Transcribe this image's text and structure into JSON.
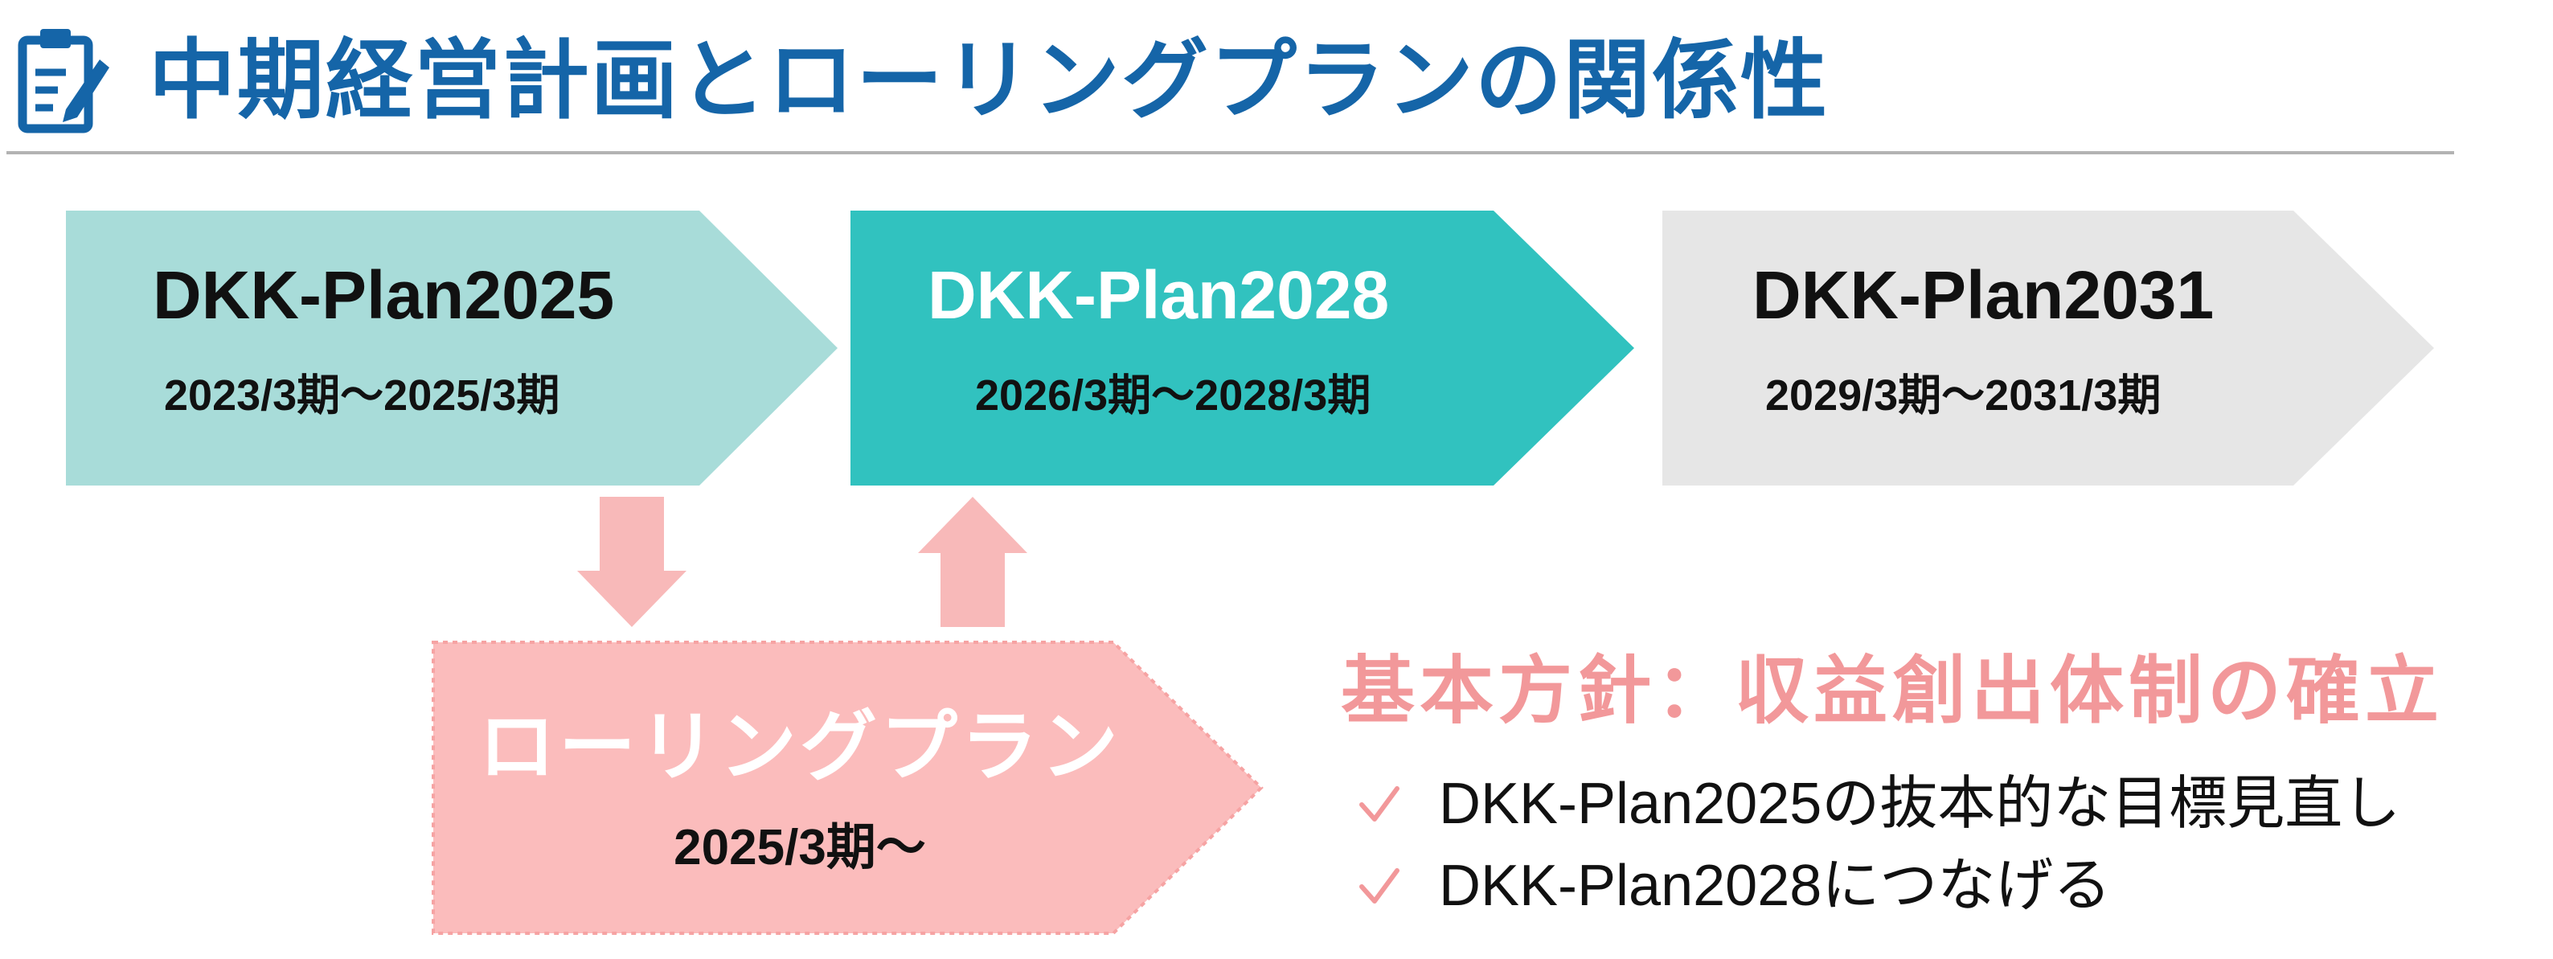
{
  "header": {
    "icon": "clipboard-pencil-icon",
    "title": "中期経営計画とローリングプランの関係性"
  },
  "plans": [
    {
      "name": "DKK-Plan2025",
      "period": "2023/3期～2025/3期",
      "fill_color": "#a8dcd9",
      "text_color": "#111111"
    },
    {
      "name": "DKK-Plan2028",
      "period": "2026/3期～2028/3期",
      "fill_color": "#31c2bf",
      "text_color": "#ffffff",
      "period_color": "#111111"
    },
    {
      "name": "DKK-Plan2031",
      "period": "2029/3期～2031/3期",
      "fill_color": "#e6e6e6",
      "text_color": "#111111"
    }
  ],
  "arrows": {
    "down_icon": "arrow-down-icon",
    "up_icon": "arrow-up-icon",
    "color": "#f8b9b9"
  },
  "rolling_plan": {
    "title": "ローリングプラン",
    "period": "2025/3期～",
    "fill_color": "#fbbcbc",
    "border_color": "#f6a3a3"
  },
  "policy": {
    "heading": "基本方針：収益創出体制の確立",
    "heading_color": "#f2989a",
    "check_icon": "check-mark-icon",
    "items": [
      "DKK-Plan2025の抜本的な目標見直し",
      "DKK-Plan2028につなげる"
    ]
  }
}
